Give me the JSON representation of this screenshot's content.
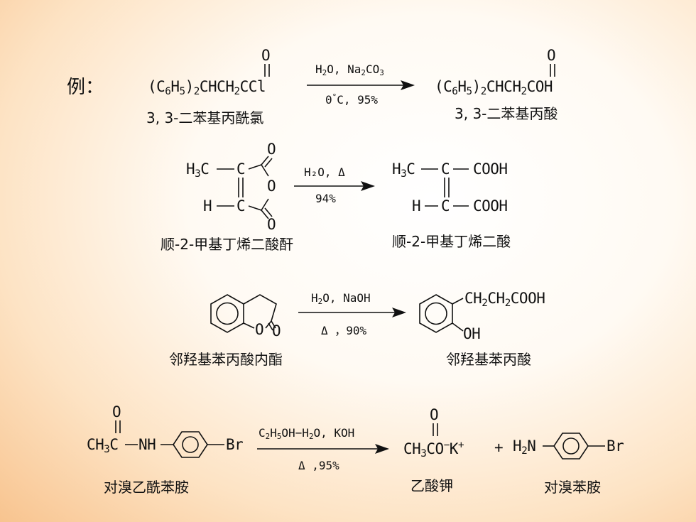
{
  "example_label": "例：",
  "r1": {
    "o_top": "O",
    "reactant_html": "(C<sub>6</sub>H<sub>5</sub>)<sub>2</sub>CHCH<sub>2</sub>CCl",
    "cond_top_html": "H<sub>2</sub>O, Na<sub>2</sub>CO<sub>3</sub>",
    "cond_bottom_html": "0<sup>°</sup>C, 95%",
    "product_o_top": "O",
    "product_html": "(C<sub>6</sub>H<sub>5</sub>)<sub>2</sub>CHCH<sub>2</sub>COH",
    "reactant_name": "3, 3-二苯基丙酰氯",
    "product_name": "3, 3-二苯基丙酸"
  },
  "r2": {
    "h3c_html": "H<sub>3</sub>C",
    "h": "H",
    "c_top": "C",
    "c_bot": "C",
    "o_top": "O",
    "o_mid": "O",
    "o_bot": "O",
    "cond_top": "H₂O, Δ",
    "cond_bottom": "94%",
    "p_h3c_html": "H<sub>3</sub>C",
    "p_h": "H",
    "p_c_top": "C",
    "p_c_bot": "C",
    "cooh_top": "COOH",
    "cooh_bot": "COOH",
    "reactant_name": "顺-2-甲基丁烯二酸酐",
    "product_name": "顺-2-甲基丁烯二酸"
  },
  "r3": {
    "ring_o": "O",
    "carbonyl_o": "O",
    "cond_top_html": "H<sub>2</sub>O, NaOH",
    "cond_bottom": "Δ ，90%",
    "side_chain_html": "CH<sub>2</sub>CH<sub>2</sub>COOH",
    "oh": "OH",
    "reactant_name": "邻羟基苯丙酸内酯",
    "product_name": "邻羟基苯丙酸"
  },
  "r4": {
    "o_top": "O",
    "acetyl_html": "CH<sub>3</sub>C",
    "nh": "NH",
    "br": "Br",
    "cond_top_html": "C<sub>2</sub>H<sub>5</sub>OH−H<sub>2</sub>O, KOH",
    "cond_bottom": "Δ ,95%",
    "product_o_top": "O",
    "product_html": "CH<sub>3</sub>CO<sup>−</sup>K<sup>+</sup>",
    "plus": "+",
    "amine_html": "H<sub>2</sub>N",
    "br2": "Br",
    "reactant_name": "对溴乙酰苯胺",
    "product_name": "乙酸钾",
    "product2_name": "对溴苯胺"
  }
}
